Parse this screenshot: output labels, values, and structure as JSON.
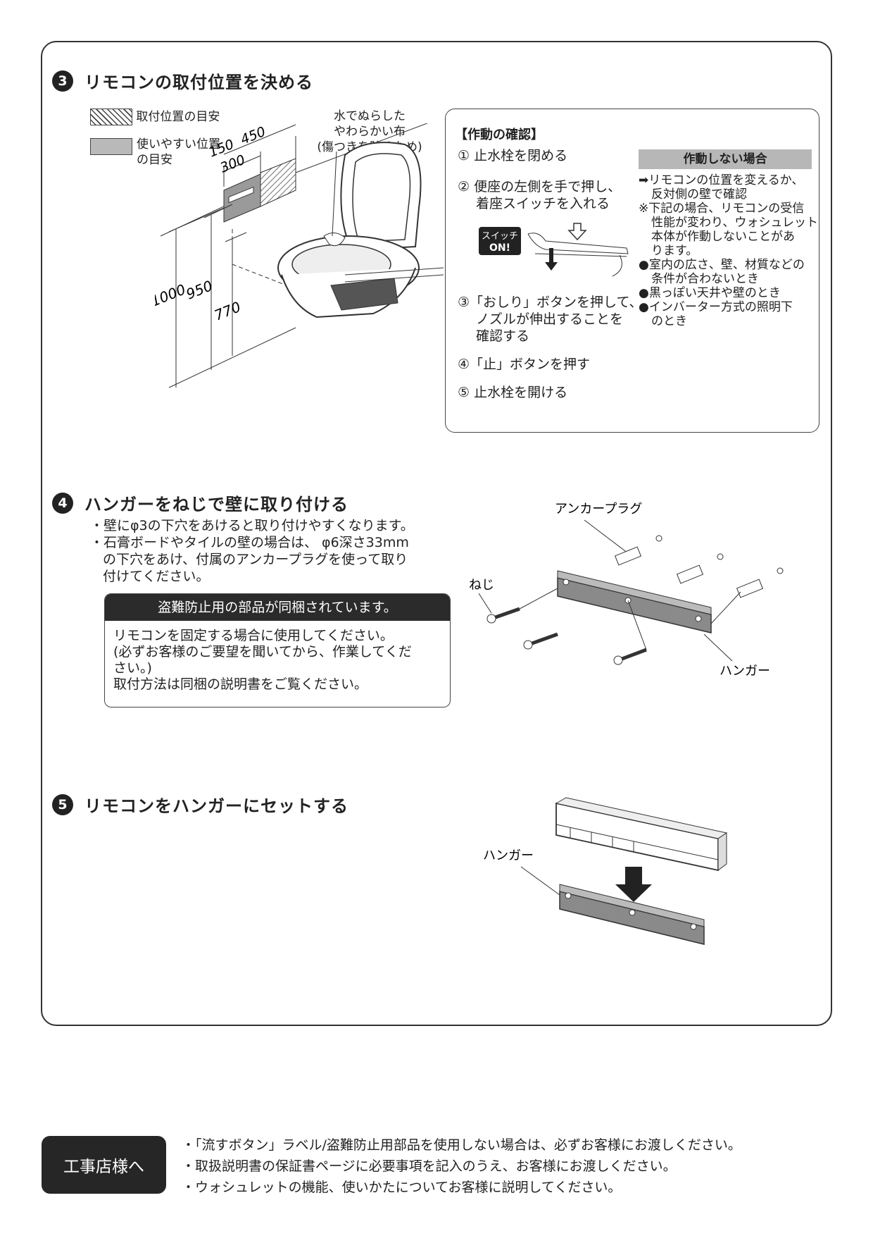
{
  "step3": {
    "num": "3",
    "title": "リモコンの取付位置を決める",
    "legend_hatch": "取付位置の目安",
    "legend_gray_1": "使いやすい位置",
    "legend_gray_2": "の目安",
    "cloth_1": "水でぬらした",
    "cloth_2": "やわらかい布",
    "cloth_3": "(傷つきを防ぐため)",
    "dim_150": "150",
    "dim_450": "450",
    "dim_300": "300",
    "dim_1000": "1000",
    "dim_950": "950",
    "dim_770": "770",
    "check": {
      "title": "【作動の確認】",
      "item1": "① 止水栓を閉める",
      "item2a": "② 便座の左側を手で押し、",
      "item2b": "着座スイッチを入れる",
      "switch_1": "スイッチ",
      "switch_2": "ON!",
      "item3a": "③「おしり」ボタンを押して、",
      "item3b": "ノズルが伸出することを",
      "item3c": "確認する",
      "item4": "④「止」ボタンを押す",
      "item5": "⑤ 止水栓を開ける",
      "fail_title": "作動しない場合",
      "fail_1a": "➡リモコンの位置を変えるか、",
      "fail_1b": "反対側の壁で確認",
      "fail_2a": "※下記の場合、リモコンの受信",
      "fail_2b": "性能が変わり、ウォシュレット",
      "fail_2c": "本体が作動しないことがあ",
      "fail_2d": "ります。",
      "fail_3a": "●室内の広さ、壁、材質などの",
      "fail_3b": "条件が合わないとき",
      "fail_4": "●黒っぽい天井や壁のとき",
      "fail_5a": "●インバーター方式の照明下",
      "fail_5b": "のとき"
    }
  },
  "step4": {
    "num": "4",
    "title": "ハンガーをねじで壁に取り付ける",
    "line1": "・壁にφ3の下穴をあけると取り付けやすくなります。",
    "line2": "・石膏ボードやタイルの壁の場合は、 φ6深さ33mm",
    "line3": "の下穴をあけ、付属のアンカープラグを使って取り",
    "line4": "付けてください。",
    "note_title": "盗難防止用の部品が同梱されています。",
    "note_1": "リモコンを固定する場合に使用してください。",
    "note_2": "(必ずお客様のご要望を聞いてから、作業してくだ",
    "note_3": "さい。)",
    "note_4": "取付方法は同梱の説明書をご覧ください。",
    "label_anchor": "アンカープラグ",
    "label_screw": "ねじ",
    "label_hanger": "ハンガー"
  },
  "step5": {
    "num": "5",
    "title": "リモコンをハンガーにセットする",
    "label_hanger": "ハンガー"
  },
  "footer": {
    "badge": "工事店様へ",
    "line1": "・「流すボタン」ラベル/盗難防止用部品を使用しない場合は、必ずお客様にお渡しください。",
    "line2": "・取扱説明書の保証書ページに必要事項を記入のうえ、お客様にお渡しください。",
    "line3": "・ウォシュレットの機能、使いかたについてお客様に説明してください。"
  }
}
